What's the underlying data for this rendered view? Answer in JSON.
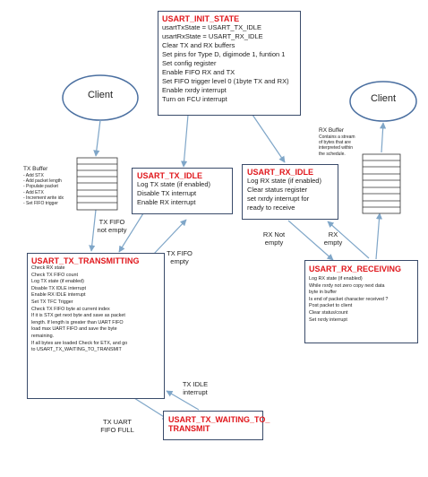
{
  "init_state": {
    "title": "USART_INIT_STATE",
    "lines": [
      "usartTxState = USART_TX_IDLE",
      "usartRxState = USART_RX_IDLE",
      "Clear TX and RX buffers",
      "Set pins for Type D, digimode 1, funtion 1",
      "Set config register",
      "Enable FIFO RX and TX",
      "Set FIFO trigger level 0 (1byte TX and RX)",
      "Enable rxrdy interrupt",
      "Turn on FCU interrupt"
    ]
  },
  "tx_idle": {
    "title": "USART_TX_IDLE",
    "lines": [
      "Log TX state (if enabled)",
      "Disable TX interrupt",
      "Enable RX interrupt"
    ]
  },
  "rx_idle": {
    "title": "USART_RX_IDLE",
    "lines": [
      "Log RX state (if enabled)",
      "Clear status register",
      "set rxrdy interrupt for",
      "ready to receive"
    ]
  },
  "tx_transmitting": {
    "title": "USART_TX_TRANSMITTING",
    "lines": [
      "Check RX state",
      "Check TX FIFO count",
      "Log TX state (if enabled)",
      "Disable TX IDLE interrupt",
      "Enable RX IDLE interrupt",
      "Set TX TFC Trigger",
      "Check TX FIFO byte at current index",
      "If it is STX get next byte and save as packet",
      "length. If length is greater than UART FIFO",
      "load max UART FIFO and save the byte",
      "remaining.",
      "If all bytes are loaded Check for ETX, and go",
      "to USART_TX_WAITING_TO_TRANSMIT"
    ]
  },
  "rx_receiving": {
    "title": "USART_RX_RECEIVING",
    "lines": [
      "Log RX state (if enabled)",
      "While rxrdy not zero copy next data",
      "byte in buffer",
      "Is end of packet character received ?",
      "Post packet to client",
      "Clear status/count",
      "Set rxrdy interrupt"
    ]
  },
  "tx_waiting": {
    "title_line1": "USART_TX_WAITING_TO_",
    "title_line2": "TRANSMIT"
  },
  "client_left": "Client",
  "client_right": "Client",
  "tx_buffer": {
    "header": "TX Buffer",
    "items": [
      "- Add STX",
      "- Add packet length",
      "- Populate packet",
      "- Add ETX",
      "- Increment write idx",
      "- Set FIFO trigger"
    ]
  },
  "rx_buffer": {
    "header": "RX Buffer",
    "lines": [
      "Contains a stream",
      "of bytes that are",
      "interpreted within",
      "the schedule."
    ]
  },
  "labels": {
    "tx_fifo_not_empty_1": "TX FIFO",
    "tx_fifo_not_empty_2": "not empty",
    "tx_fifo_empty_1": "TX FIFO",
    "tx_fifo_empty_2": "empty",
    "rx_not_empty_1": "RX Not",
    "rx_not_empty_2": "empty",
    "rx_empty_1": "RX",
    "rx_empty_2": "empty",
    "tx_idle_int_1": "TX IDLE",
    "tx_idle_int_2": "interrupt",
    "tx_uart_fifo_full_1": "TX UART",
    "tx_uart_fifo_full_2": "FIFO FULL"
  },
  "colors": {
    "arrow": "#7fa6c8",
    "title": "#e0161b",
    "border": "#3a4b6a"
  }
}
